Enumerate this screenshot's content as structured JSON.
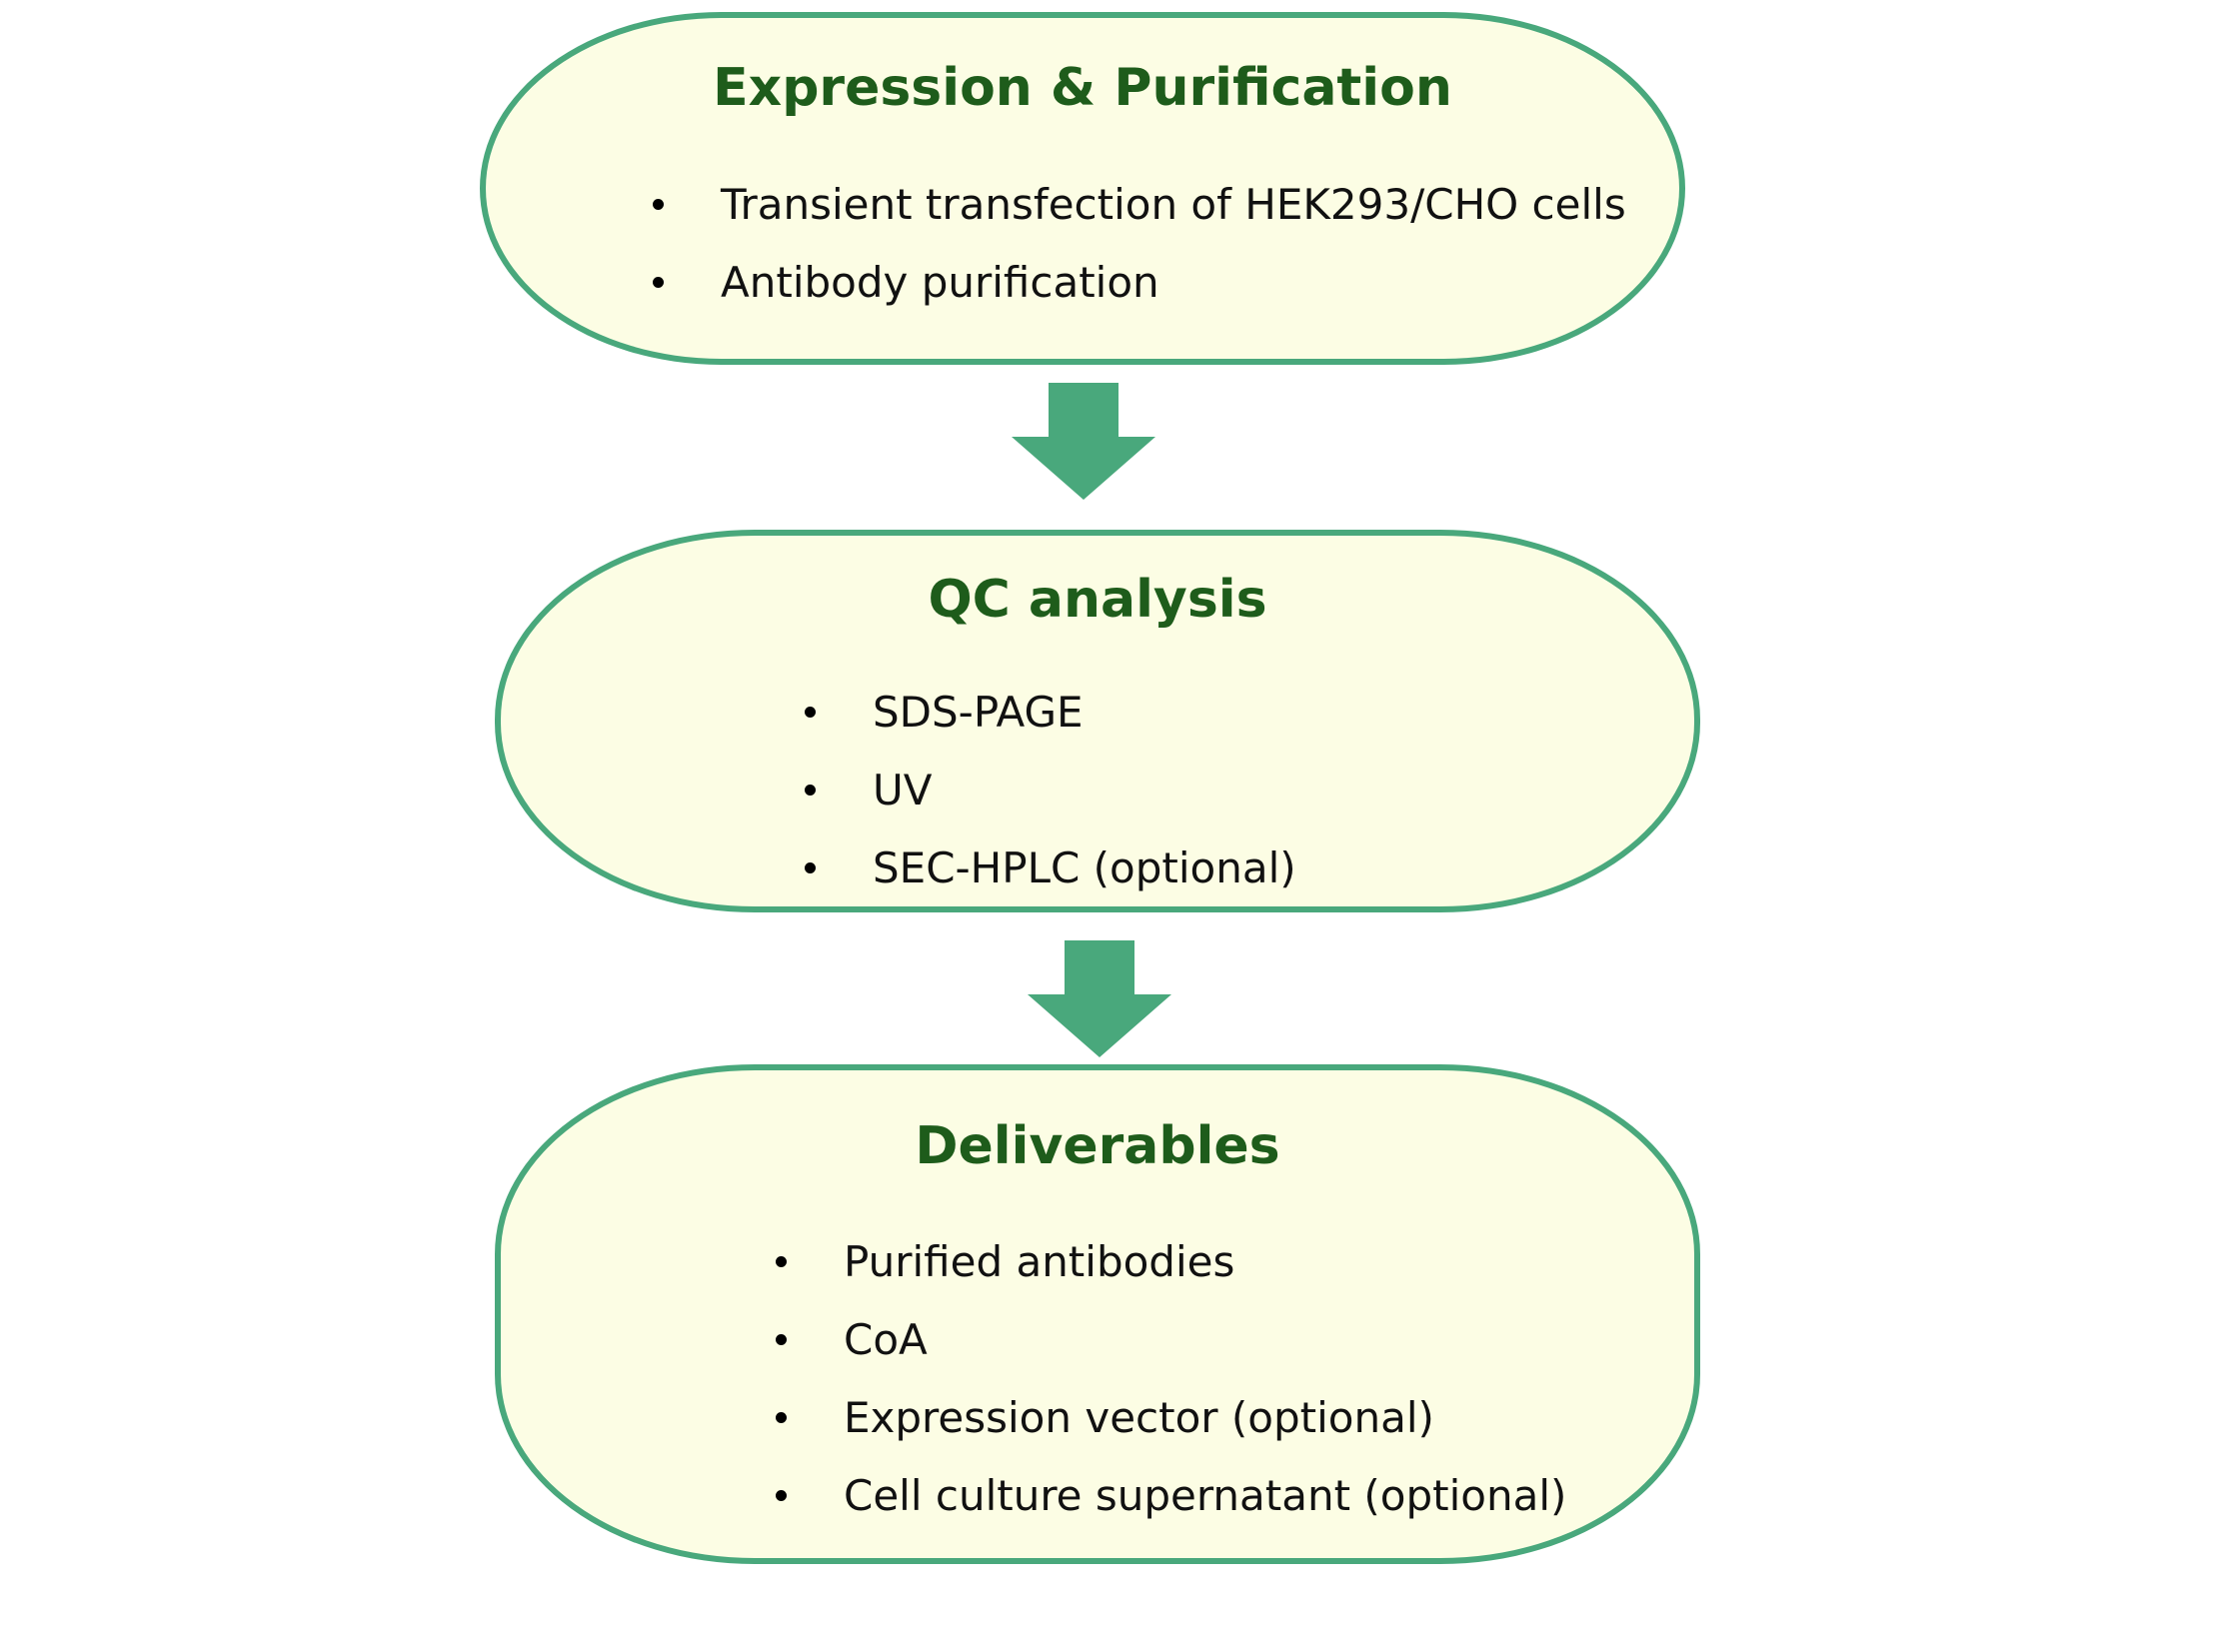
{
  "colors": {
    "box_fill": "#fcfde4",
    "box_border": "#49a87c",
    "arrow": "#49a87c",
    "title": "#1e5c1b",
    "text": "#111111"
  },
  "steps": [
    {
      "title": "Expression & Purification",
      "items": [
        "Transient transfection of HEK293/CHO cells",
        "Antibody purification"
      ]
    },
    {
      "title": "QC analysis",
      "items": [
        "SDS-PAGE",
        "UV",
        "SEC-HPLC (optional)"
      ]
    },
    {
      "title": "Deliverables",
      "items": [
        "Purified antibodies",
        "CoA",
        "Expression vector (optional)",
        "Cell culture supernatant (optional)"
      ]
    }
  ],
  "connectors": [
    {
      "from": "Expression & Purification",
      "to": "QC analysis",
      "icon": "down-arrow-icon"
    },
    {
      "from": "QC analysis",
      "to": "Deliverables",
      "icon": "down-arrow-icon"
    }
  ]
}
